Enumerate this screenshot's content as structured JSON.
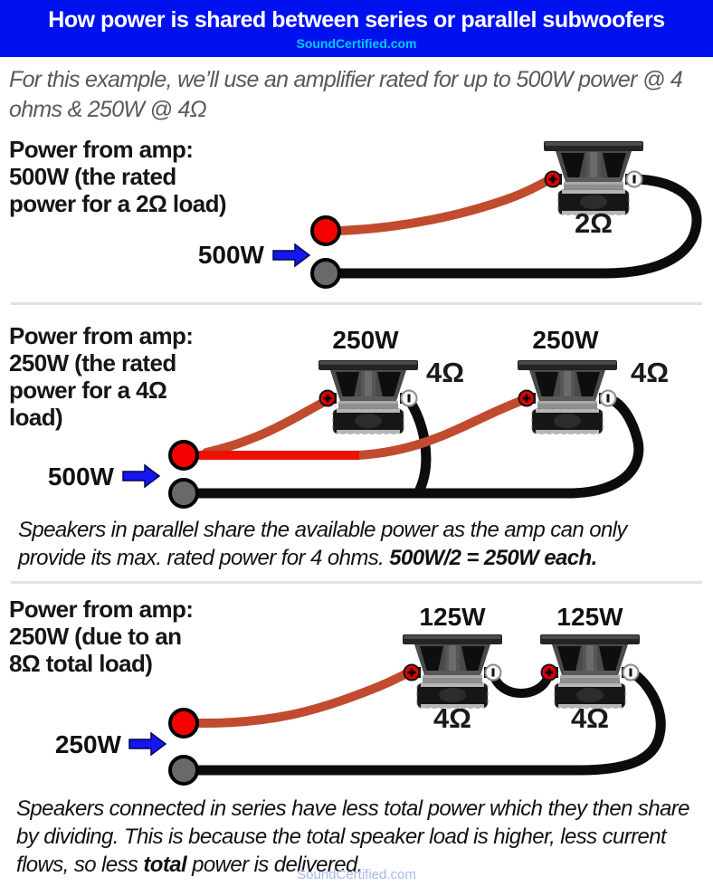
{
  "header": {
    "title": "How power is shared between series or parallel subwoofers",
    "site": "SoundCertified.com"
  },
  "intro": {
    "text": "For this example, we’ll use an amplifier rated for up to 500W power @ 4 ohms & 250W @ 4Ω"
  },
  "sections": [
    {
      "label_lines": [
        "Power from amp:",
        "500W (the rated",
        "power for a 2Ω load)"
      ],
      "amp_power": "500W",
      "speakers": [
        {
          "impedance": "2Ω"
        }
      ]
    },
    {
      "label_lines": [
        "Power from amp:",
        "250W (the rated",
        "power for a 4Ω",
        "load)"
      ],
      "amp_power": "500W",
      "speakers": [
        {
          "power": "250W",
          "impedance": "4Ω"
        },
        {
          "power": "250W",
          "impedance": "4Ω"
        }
      ],
      "note_normal": "Speakers in parallel share the available power as the amp can only provide its max. rated power for 4 ohms. ",
      "note_bold": "500W/2 = 250W each."
    },
    {
      "label_lines": [
        "Power from amp:",
        "250W (due to an",
        "8Ω total load)"
      ],
      "amp_power": "250W",
      "speakers": [
        {
          "power": "125W",
          "impedance": "4Ω"
        },
        {
          "power": "125W",
          "impedance": "4Ω"
        }
      ],
      "note_part1": "Speakers connected in series have less total power which they then share by dividing. This is because the total speaker load is higher, less current flows, so less ",
      "note_bold": "total",
      "note_part2": " power is delivered."
    }
  ],
  "footer": {
    "site": "SoundCertified.com"
  },
  "icons": {
    "power_arrow": "arrow-right",
    "positive_terminal": "plus",
    "negative_terminal": "minus"
  },
  "colors": {
    "header_bg": "#0011f0",
    "header_site_link": "#00ccf7",
    "wire_red_bright": "#ee0f00",
    "wire_red_dark": "#c14b2e",
    "wire_black": "#0c0c0c",
    "terminal_red": "#f50000",
    "terminal_gray": "#696969",
    "arrow_blue": "#1616f0",
    "footer_link": "#a9baec"
  }
}
